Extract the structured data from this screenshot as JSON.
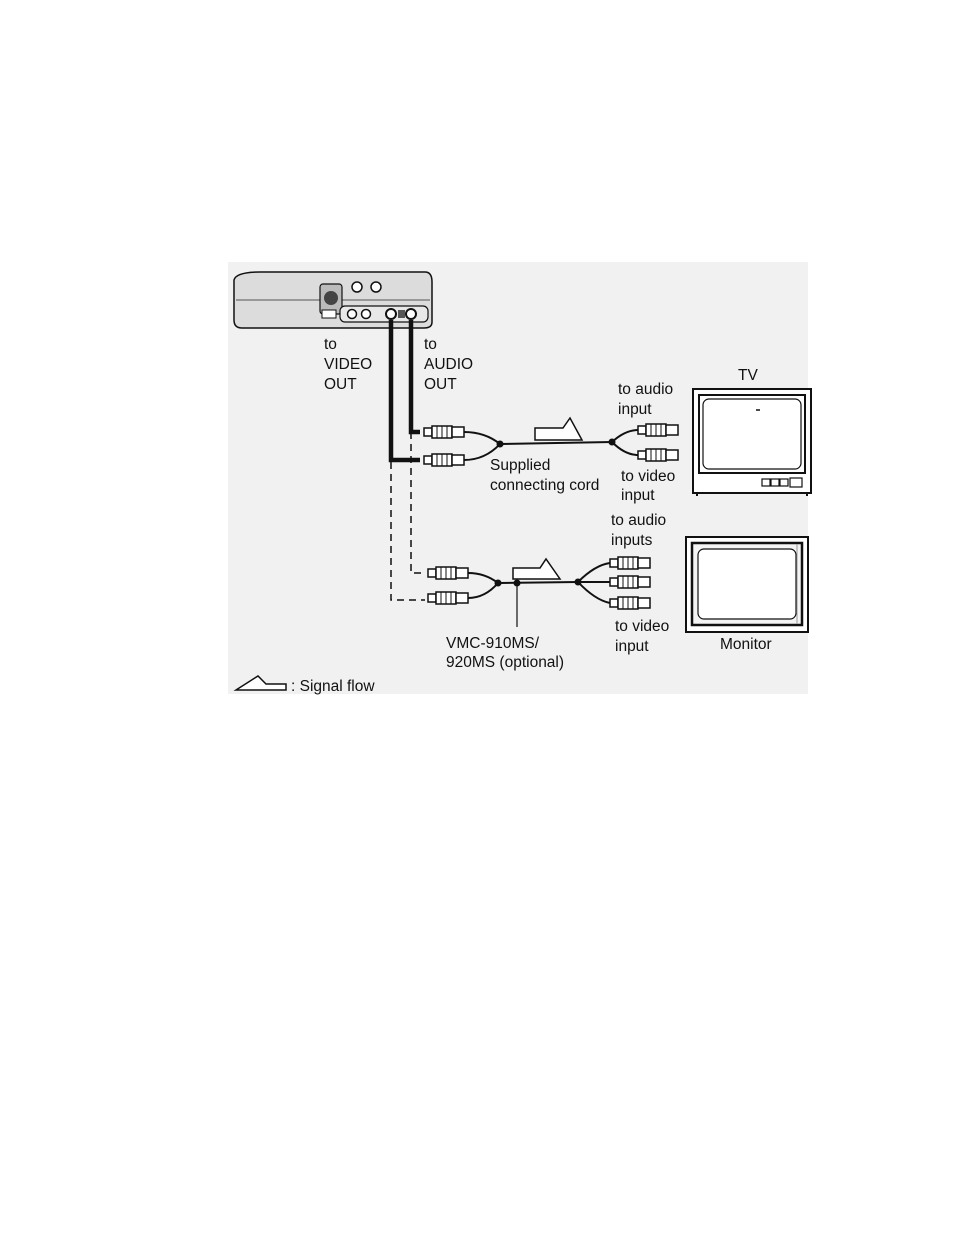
{
  "labels": {
    "video_out": [
      "to",
      "VIDEO",
      "OUT"
    ],
    "audio_out": [
      "to",
      "AUDIO",
      "OUT"
    ],
    "tv": "TV",
    "tv_audio_input": [
      "to audio",
      "input"
    ],
    "tv_video_input": [
      "to video",
      "input"
    ],
    "supplied_cord": [
      "Supplied",
      "connecting cord"
    ],
    "monitor_audio_inputs": [
      "to audio",
      "inputs"
    ],
    "monitor_video_input": [
      "to video",
      "input"
    ],
    "monitor": "Monitor",
    "optional_cord": [
      "VMC-910MS/",
      "920MS (optional)"
    ],
    "legend": ": Signal flow"
  },
  "icons": {
    "signal_flow": "signal-flow-arrow-icon",
    "plug": "rca-plug-icon"
  },
  "colors": {
    "background": "#f1f1f1",
    "line": "#111111",
    "device_body": "#d9d9d9"
  }
}
